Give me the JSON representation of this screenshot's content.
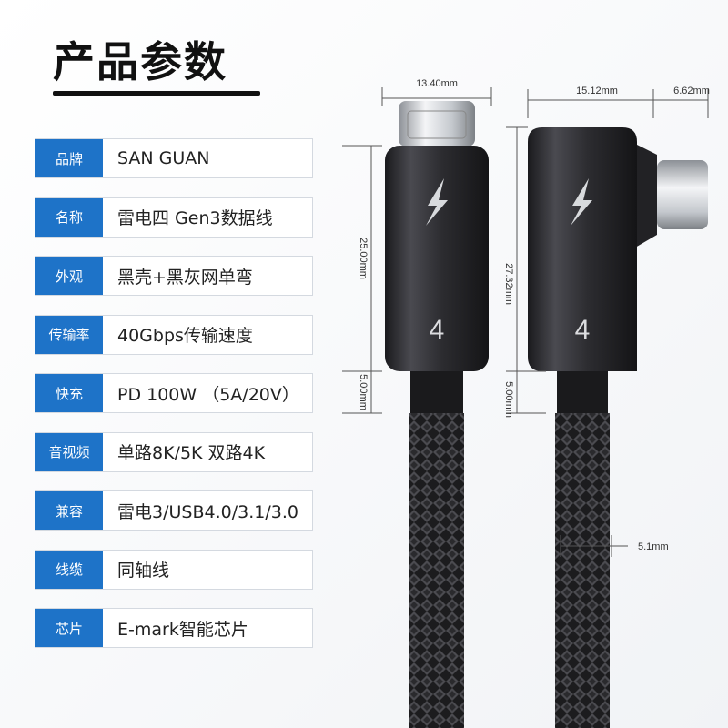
{
  "title": "产品参数",
  "specs": [
    {
      "label": "品牌",
      "value": "SAN GUAN"
    },
    {
      "label": "名称",
      "value": "雷电四 Gen3数据线"
    },
    {
      "label": "外观",
      "value": "黑壳+黑灰网单弯"
    },
    {
      "label": "传输率",
      "value": "40Gbps传输速度"
    },
    {
      "label": "快充",
      "value": "PD 100W （5A/20V）"
    },
    {
      "label": "音视频",
      "value": "单路8K/5K 双路4K"
    },
    {
      "label": "兼容",
      "value": "雷电3/USB4.0/3.1/3.0"
    },
    {
      "label": "线缆",
      "value": "同轴线"
    },
    {
      "label": "芯片",
      "value": "E-mark智能芯片"
    }
  ],
  "dimensions": {
    "straight_width": "13.40mm",
    "straight_length": "25.00mm",
    "straight_neck": "5.00mm",
    "elbow_width": "15.12mm",
    "elbow_plug": "6.62mm",
    "elbow_length": "27.32mm",
    "elbow_neck": "5.00mm",
    "cable_diameter": "5.1mm"
  },
  "connector_mark": "4",
  "colors": {
    "accent": "#1e73c8",
    "shell": "#2a2a2e",
    "metal": "#cfd3d8"
  }
}
